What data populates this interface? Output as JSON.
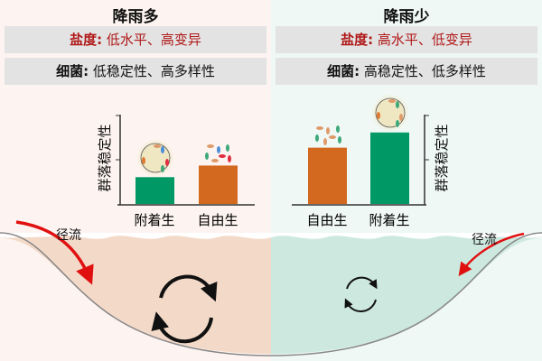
{
  "left": {
    "title": "降雨多",
    "salinity_label": "盐度:",
    "salinity_value": "低水平、高变异",
    "bacteria_label": "细菌:",
    "bacteria_value": "低稳定性、高多样性",
    "chart": {
      "ylabel": "群落稳定性",
      "categories": [
        "附着生",
        "自由生"
      ],
      "values": [
        0.3,
        0.43
      ],
      "colors": [
        "#009966",
        "#d2691e"
      ]
    },
    "runoff_label": "径流"
  },
  "right": {
    "title": "降雨少",
    "salinity_label": "盐度:",
    "salinity_value": "高水平、低变异",
    "bacteria_label": "细菌:",
    "bacteria_value": "高稳定性、低多样性",
    "chart": {
      "ylabel": "群落稳定性",
      "categories": [
        "自由生",
        "附着生"
      ],
      "values": [
        0.63,
        0.8
      ],
      "colors": [
        "#d2691e",
        "#009966"
      ]
    },
    "runoff_label": "径流"
  },
  "colors": {
    "salinity": "#b01818",
    "runoff": "#e01010",
    "left_bg": "#fdf4f1",
    "right_bg": "#eff8f5",
    "left_water": "#f3d9c8",
    "right_water": "#cde9df"
  }
}
